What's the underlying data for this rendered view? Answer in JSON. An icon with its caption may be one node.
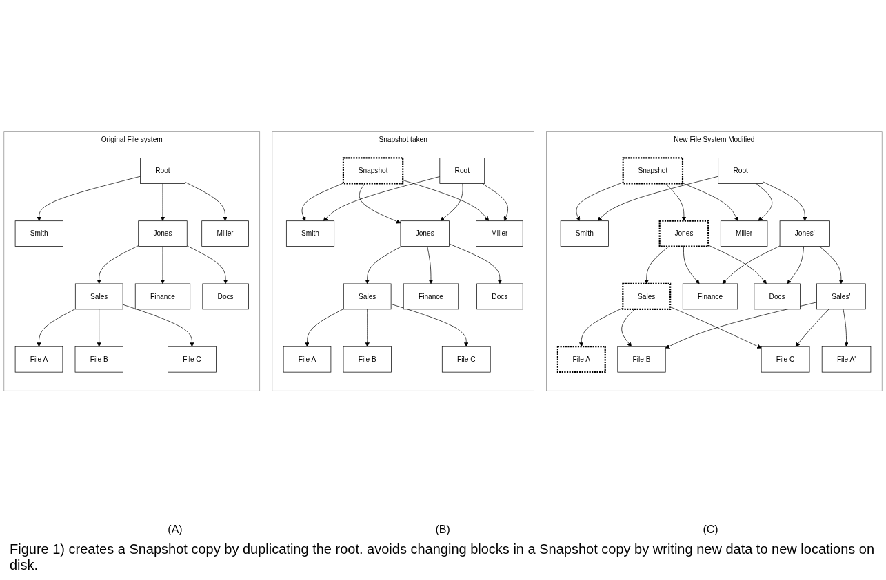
{
  "diagram": {
    "caption": "Figure 1) creates a Snapshot copy by duplicating the root. avoids changing blocks in a Snapshot copy by writing new data to new locations on disk.",
    "nodes": [
      {
        "text": [
          "Original File system"
        ]
      },
      {
        "text": [
          "Root"
        ],
        "in": 0
      },
      {
        "text": [
          "Smith"
        ],
        "in": 0
      },
      {
        "text": [
          "Jones"
        ],
        "in": 0
      },
      {
        "text": [
          "Miller"
        ],
        "in": 0
      },
      {
        "text": [
          "Sales"
        ],
        "in": 0
      },
      {
        "text": [
          "Finance"
        ],
        "in": 0
      },
      {
        "text": [
          "Docs"
        ],
        "in": 0
      },
      {
        "text": [
          "File A"
        ],
        "in": 0
      },
      {
        "text": [
          "File B"
        ],
        "in": 0
      },
      {
        "text": [
          "File C"
        ],
        "in": 0
      },
      {
        "text": [
          "Snapshot taken"
        ]
      },
      {
        "text": [
          "Snapshot"
        ],
        "in": 11
      },
      {
        "text": [
          "Root"
        ],
        "in": 11
      },
      {
        "text": [
          "Smith"
        ],
        "in": 11
      },
      {
        "text": [
          "Jones"
        ],
        "in": 11
      },
      {
        "text": [
          "Miller"
        ],
        "in": 11
      },
      {
        "text": [
          "Sales"
        ],
        "in": 11
      },
      {
        "text": [
          "Finance"
        ],
        "in": 11
      },
      {
        "text": [
          "Docs"
        ],
        "in": 11
      },
      {
        "text": [
          "File A"
        ],
        "in": 11
      },
      {
        "text": [
          "File B"
        ],
        "in": 11
      },
      {
        "text": [
          "File C"
        ],
        "in": 11
      },
      {
        "text": [
          "New File System Modified"
        ]
      },
      {
        "text": [
          "Snapshot"
        ],
        "in": 23
      },
      {
        "text": [
          "Root"
        ],
        "in": 23
      },
      {
        "text": [
          "Smith"
        ],
        "in": 23
      },
      {
        "text": [
          "Jones"
        ],
        "in": 23
      },
      {
        "text": [
          "Miller"
        ],
        "in": 23
      },
      {
        "text": [
          "Jones'"
        ],
        "in": 23
      },
      {
        "text": [
          "Sales"
        ],
        "in": 23
      },
      {
        "text": [
          "Finance"
        ],
        "in": 23
      },
      {
        "text": [
          "Docs"
        ],
        "in": 23
      },
      {
        "text": [
          "Sales'"
        ],
        "in": 23
      },
      {
        "text": [
          "File A"
        ],
        "in": 23
      },
      {
        "text": [
          "File B"
        ],
        "in": 23
      },
      {
        "text": [
          "File C"
        ],
        "in": 23
      },
      {
        "text": [
          "File A'"
        ],
        "in": 23
      }
    ],
    "edges": [
      {
        "from": 1,
        "to": 2,
        "arrow": "to"
      },
      {
        "from": 1,
        "to": 3,
        "arrow": "to"
      },
      {
        "from": 1,
        "to": 4,
        "arrow": "to"
      },
      {
        "from": 3,
        "to": 5,
        "arrow": "to"
      },
      {
        "from": 3,
        "to": 6,
        "arrow": "to"
      },
      {
        "from": 3,
        "to": 7,
        "arrow": "to"
      },
      {
        "from": 5,
        "to": 8,
        "arrow": "to"
      },
      {
        "from": 5,
        "to": 9,
        "arrow": "to"
      },
      {
        "from": 5,
        "to": 10,
        "arrow": "to"
      },
      {
        "from": 12,
        "to": 14,
        "arrow": "to"
      },
      {
        "from": 12,
        "to": 15,
        "arrow": "to"
      },
      {
        "from": 12,
        "to": 16,
        "arrow": "to"
      },
      {
        "from": 13,
        "to": 14,
        "arrow": "to"
      },
      {
        "from": 13,
        "to": 15,
        "arrow": "to"
      },
      {
        "from": 13,
        "to": 16,
        "arrow": "to"
      },
      {
        "from": 15,
        "to": 17,
        "arrow": "to"
      },
      {
        "from": 15,
        "to": 18,
        "arrow": "to"
      },
      {
        "from": 15,
        "to": 19,
        "arrow": "to"
      },
      {
        "from": 17,
        "to": 20,
        "arrow": "to"
      },
      {
        "from": 17,
        "to": 21,
        "arrow": "to"
      },
      {
        "from": 17,
        "to": 22,
        "arrow": "to"
      },
      {
        "from": 24,
        "to": 26,
        "arrow": "to"
      },
      {
        "from": 24,
        "to": 27,
        "arrow": "to"
      },
      {
        "from": 24,
        "to": 28,
        "arrow": "to"
      },
      {
        "from": 25,
        "to": 26,
        "arrow": "to"
      },
      {
        "from": 25,
        "to": 28,
        "arrow": "to"
      },
      {
        "from": 25,
        "to": 29,
        "arrow": "to"
      },
      {
        "from": 27,
        "to": 30,
        "arrow": "to"
      },
      {
        "from": 27,
        "to": 31,
        "arrow": "to"
      },
      {
        "from": 27,
        "to": 32,
        "arrow": "to"
      },
      {
        "from": 29,
        "to": 31,
        "arrow": "to"
      },
      {
        "from": 29,
        "to": 32,
        "arrow": "to"
      },
      {
        "from": 29,
        "to": 33,
        "arrow": "to"
      },
      {
        "from": 30,
        "to": 34,
        "arrow": "to"
      },
      {
        "from": 30,
        "to": 35,
        "arrow": "to"
      },
      {
        "from": 30,
        "to": 36,
        "arrow": "to"
      },
      {
        "from": 33,
        "to": 35,
        "arrow": "to"
      },
      {
        "from": 33,
        "to": 36,
        "arrow": "to"
      },
      {
        "from": 33,
        "to": 37,
        "arrow": "to"
      }
    ],
    "labels": [
      "(A)",
      "(B)",
      "(C)"
    ]
  }
}
